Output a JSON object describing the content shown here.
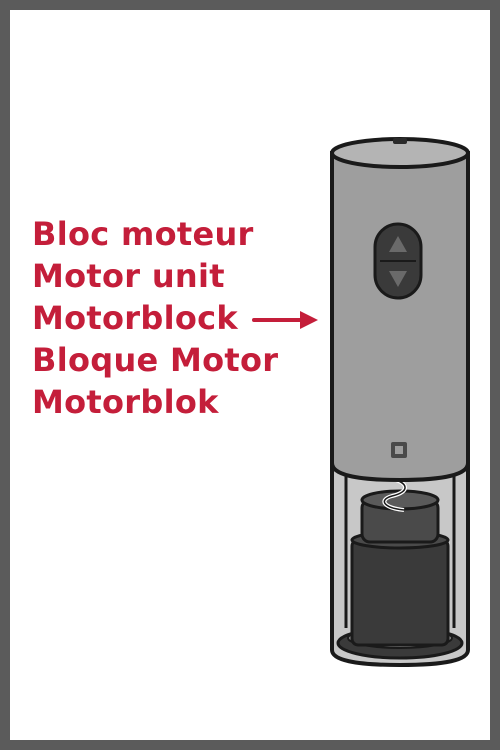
{
  "labels": [
    "Bloc moteur",
    "Motor unit",
    "Motorblock",
    "Bloque Motor",
    "Motorblok"
  ],
  "colors": {
    "frame": "#5b5b5b",
    "label_text": "#c41e3a",
    "arrow": "#c41e3a",
    "motor_body": "#9e9e9e",
    "outline": "#1a1a1a",
    "button": "#3a3a3a"
  }
}
